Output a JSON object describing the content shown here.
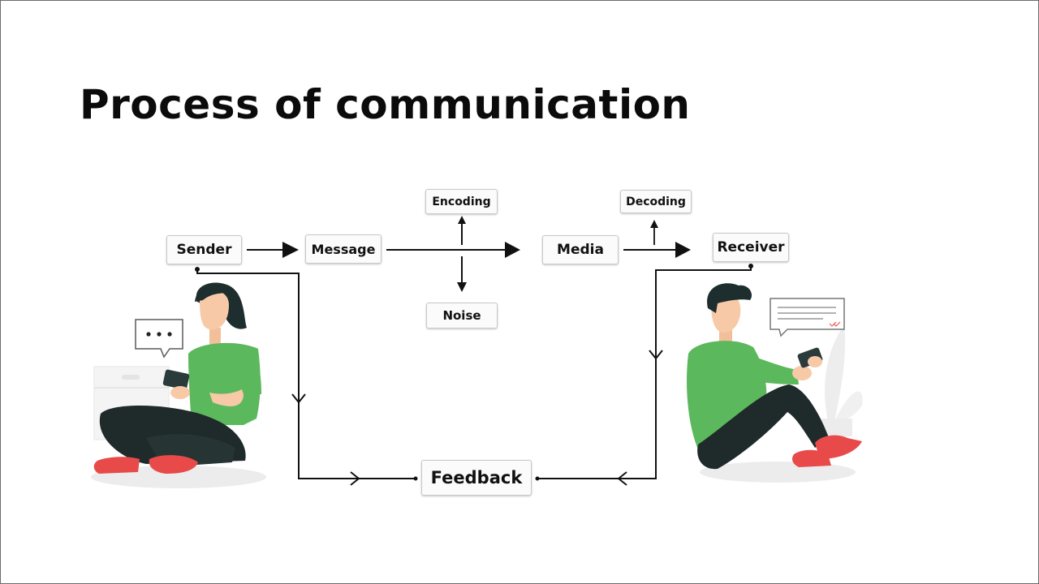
{
  "slide": {
    "title": "Process of communication"
  },
  "nodes": {
    "sender": "Sender",
    "message": "Message",
    "encoding": "Encoding",
    "noise": "Noise",
    "media": "Media",
    "decoding": "Decoding",
    "receiver": "Receiver",
    "feedback": "Feedback"
  },
  "colors": {
    "shirt": "#5cb85c",
    "pants": "#1f2a2a",
    "shoes": "#e84a4a",
    "skin": "#f7c9a7",
    "hair": "#1e2d2d",
    "line": "#111111"
  }
}
